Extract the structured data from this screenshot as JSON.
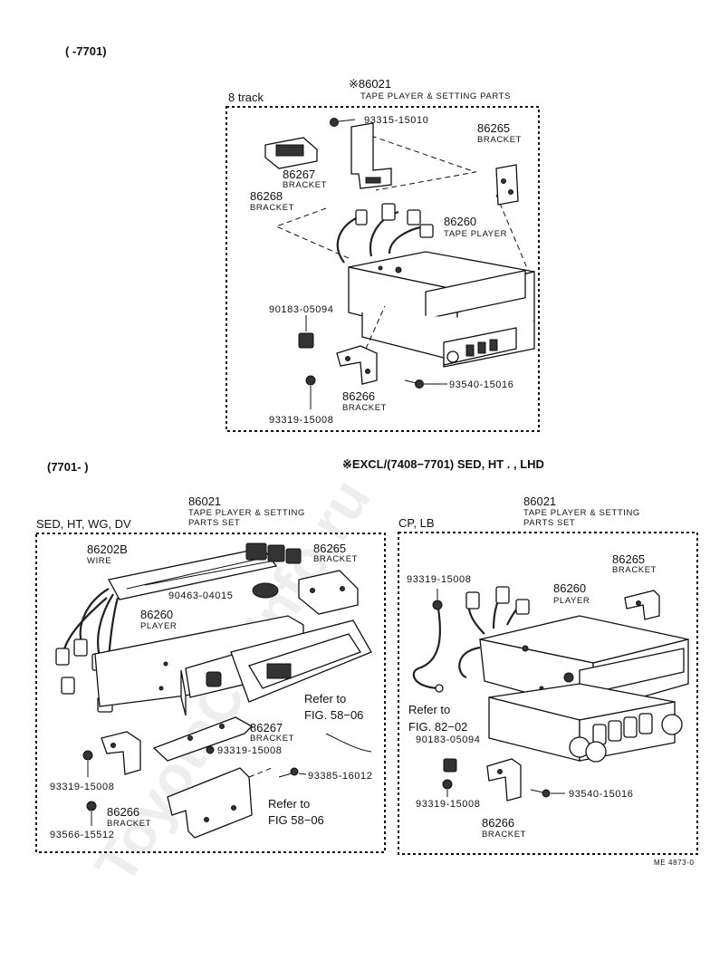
{
  "headers": {
    "top_range": "(       -7701)",
    "lower_left_range": "(7701-       )",
    "lower_right_note": "※EXCL/(7408−7701) SED, HT . , LHD"
  },
  "watermark": "ToyotaCarInfo.ru",
  "figure_code": "ME 4873-0",
  "top_panel": {
    "variant": "8 track",
    "set_part": "※86021",
    "set_desc": "TAPE PLAYER & SETTING PARTS",
    "parts": [
      {
        "no": "93315-15010",
        "desc": ""
      },
      {
        "no": "86265",
        "desc": "BRACKET"
      },
      {
        "no": "86267",
        "desc": "BRACKET"
      },
      {
        "no": "86268",
        "desc": "BRACKET"
      },
      {
        "no": "86260",
        "desc": "TAPE PLAYER"
      },
      {
        "no": "90183-05094",
        "desc": ""
      },
      {
        "no": "93540-15016",
        "desc": ""
      },
      {
        "no": "86266",
        "desc": "BRACKET"
      },
      {
        "no": "93319-15008",
        "desc": ""
      }
    ]
  },
  "left_panel": {
    "variant": "SED, HT, WG, DV",
    "set_part": "86021",
    "set_desc1": "TAPE PLAYER & SETTING",
    "set_desc2": "PARTS SET",
    "parts": [
      {
        "no": "86202B",
        "desc": "WIRE"
      },
      {
        "no": "86265",
        "desc": "BRACKET"
      },
      {
        "no": "90463-04015",
        "desc": ""
      },
      {
        "no": "86260",
        "desc": "PLAYER"
      },
      {
        "no": "86267",
        "desc": "BRACKET"
      },
      {
        "no": "93319-15008",
        "desc": ""
      },
      {
        "no": "93385-16012",
        "desc": ""
      },
      {
        "no": "93319-15008",
        "desc": ""
      },
      {
        "no": "86266",
        "desc": "BRACKET"
      },
      {
        "no": "93566-15512",
        "desc": ""
      }
    ],
    "refs": [
      {
        "line1": "Refer to",
        "line2": "FIG. 58−06"
      },
      {
        "line1": "Refer to",
        "line2": "FIG 58−06"
      }
    ]
  },
  "right_panel": {
    "variant": "CP, LB",
    "set_part": "86021",
    "set_desc1": "TAPE PLAYER & SETTING",
    "set_desc2": "PARTS SET",
    "parts": [
      {
        "no": "86265",
        "desc": "BRACKET"
      },
      {
        "no": "93319-15008",
        "desc": ""
      },
      {
        "no": "86260",
        "desc": "PLAYER"
      },
      {
        "no": "90183-05094",
        "desc": ""
      },
      {
        "no": "93319-15008",
        "desc": ""
      },
      {
        "no": "93540-15016",
        "desc": ""
      },
      {
        "no": "86266",
        "desc": "BRACKET"
      }
    ],
    "refs": [
      {
        "line1": "Refer to",
        "line2": "FIG. 82−02"
      }
    ]
  }
}
